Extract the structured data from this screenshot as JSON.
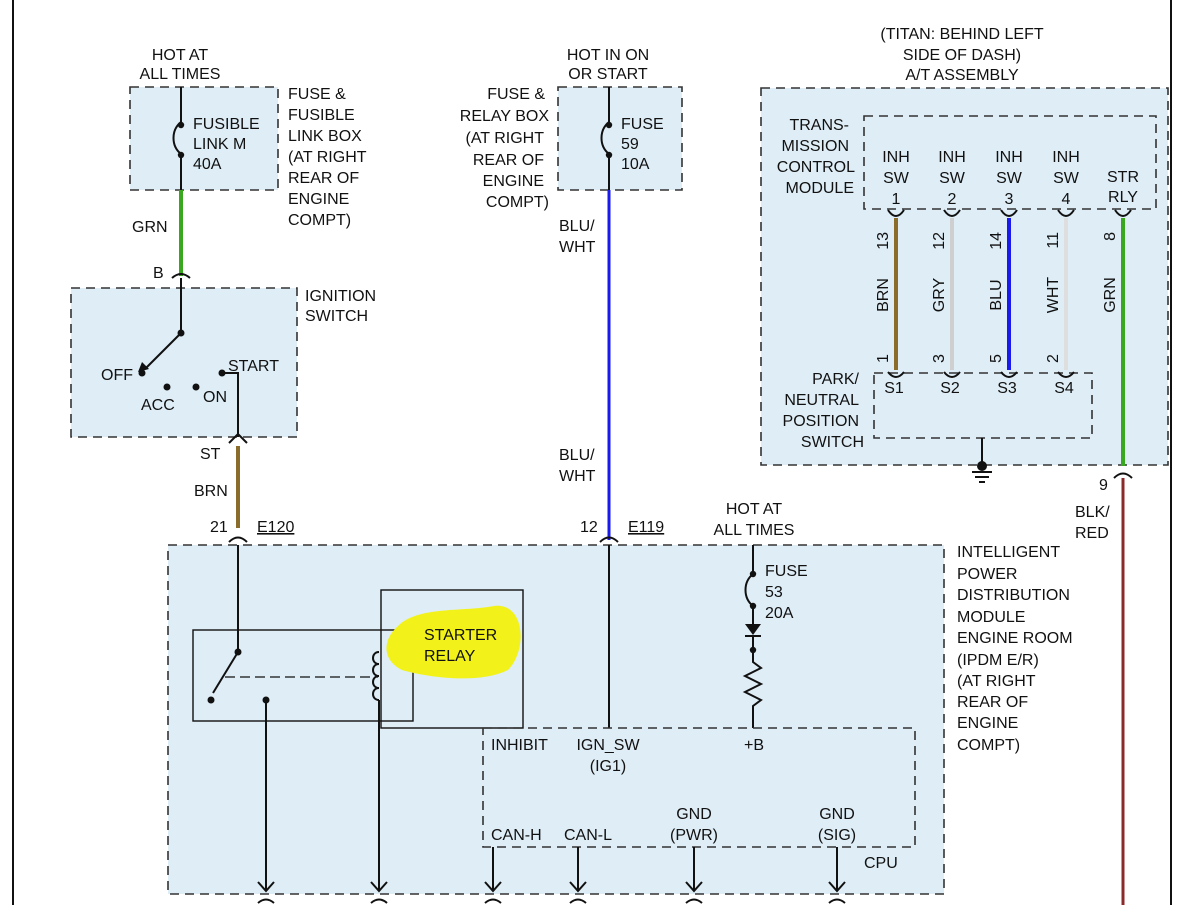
{
  "colors": {
    "grn": "#3aa81e",
    "brn": "#8a6d2b",
    "blu": "#1a1aee",
    "gry": "#cfcfcf",
    "wht": "#dedede",
    "blk_red": "#8b2a2a",
    "box_fill": "#deedf6",
    "highlight": "#f2f21a"
  },
  "fuse_link_box": {
    "hot": [
      "HOT AT",
      "ALL TIMES"
    ],
    "fuse": [
      "FUSIBLE",
      "LINK M",
      "40A"
    ],
    "location": [
      "FUSE &",
      "FUSIBLE",
      "LINK BOX",
      "(AT RIGHT",
      "REAR OF",
      "ENGINE",
      "COMPT)"
    ],
    "wire_color": "GRN"
  },
  "ignition_switch": {
    "title": [
      "IGNITION",
      "SWITCH"
    ],
    "pin_in": "B",
    "pin_out": "ST",
    "positions": {
      "off": "OFF",
      "acc": "ACC",
      "on": "ON",
      "start": "START"
    },
    "wire_color": "BRN"
  },
  "fuse_relay_box": {
    "hot": [
      "HOT IN ON",
      "OR START"
    ],
    "fuse": [
      "FUSE",
      "59",
      "10A"
    ],
    "location": [
      "FUSE &",
      "RELAY BOX",
      "(AT RIGHT",
      "REAR OF",
      "ENGINE",
      "COMPT)"
    ],
    "wire_color_top": [
      "BLU/",
      "WHT"
    ],
    "wire_color_bottom": [
      "BLU/",
      "WHT"
    ]
  },
  "at_assembly": {
    "title": [
      "(TITAN: BEHIND LEFT",
      "SIDE OF DASH)",
      "A/T ASSEMBLY"
    ],
    "tcm": [
      "TRANS-",
      "MISSION",
      "CONTROL",
      "MODULE"
    ],
    "pnp": [
      "PARK/",
      "NEUTRAL",
      "POSITION",
      "SWITCH"
    ],
    "tcm_pins": [
      {
        "label": [
          "INH",
          "SW",
          "1"
        ],
        "term": "13",
        "wire": "BRN",
        "pin": "1",
        "sw": "S1"
      },
      {
        "label": [
          "INH",
          "SW",
          "2"
        ],
        "term": "12",
        "wire": "GRY",
        "pin": "3",
        "sw": "S2"
      },
      {
        "label": [
          "INH",
          "SW",
          "3"
        ],
        "term": "14",
        "wire": "BLU",
        "pin": "5",
        "sw": "S3"
      },
      {
        "label": [
          "INH",
          "SW",
          "4"
        ],
        "term": "11",
        "wire": "WHT",
        "pin": "2",
        "sw": "S4"
      }
    ],
    "str_rly": {
      "label": [
        "STR",
        "RLY"
      ],
      "term": "8",
      "wire": "GRN"
    }
  },
  "connectors": {
    "e120_pin": "21",
    "e120": "E120",
    "e119_pin": "12",
    "e119": "E119",
    "out_pin": "9",
    "out_wire": [
      "BLK/",
      "RED"
    ]
  },
  "ipdm": {
    "hot": [
      "HOT AT",
      "ALL TIMES"
    ],
    "fuse": [
      "FUSE",
      "53",
      "20A"
    ],
    "title": [
      "INTELLIGENT",
      "POWER",
      "DISTRIBUTION",
      "MODULE",
      "ENGINE ROOM",
      "(IPDM E/R)",
      "(AT RIGHT",
      "REAR OF",
      "ENGINE",
      "COMPT)"
    ],
    "relay": [
      "STARTER",
      "RELAY"
    ],
    "cpu": {
      "inhibit": "INHIBIT",
      "ign_sw": [
        "IGN_SW",
        "(IG1)"
      ],
      "plus_b": "+B",
      "can_h": "CAN-H",
      "can_l": "CAN-L",
      "gnd_pwr": [
        "GND",
        "(PWR)"
      ],
      "gnd_sig": [
        "GND",
        "(SIG)"
      ],
      "name": "CPU"
    }
  }
}
